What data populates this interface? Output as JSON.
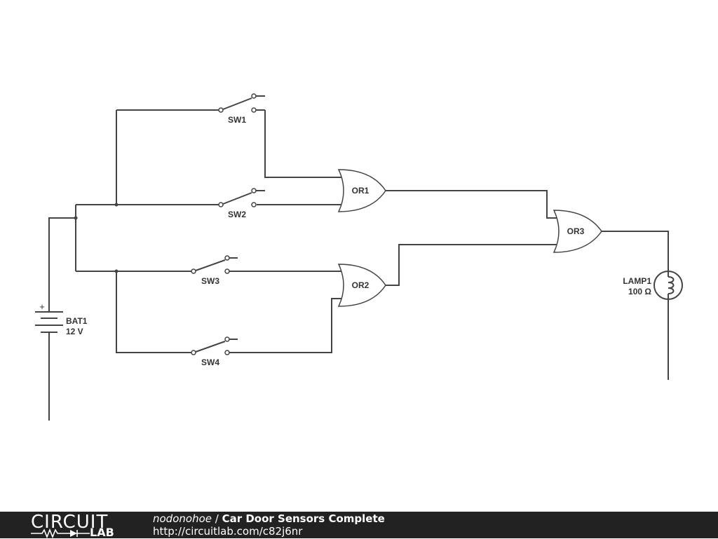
{
  "schematic": {
    "switches": [
      "SW1",
      "SW2",
      "SW3",
      "SW4"
    ],
    "gates": [
      "OR1",
      "OR2",
      "OR3"
    ],
    "battery": {
      "name": "BAT1",
      "value": "12 V",
      "polarity": "+"
    },
    "lamp": {
      "name": "LAMP1",
      "value": "100 Ω"
    }
  },
  "footer": {
    "logo_top": "CIRCUIT",
    "logo_bottom": "LAB",
    "author": "nodonohoe",
    "separator": " / ",
    "title": "Car Door Sensors Complete",
    "url": "http://circuitlab.com/c82j6nr"
  }
}
